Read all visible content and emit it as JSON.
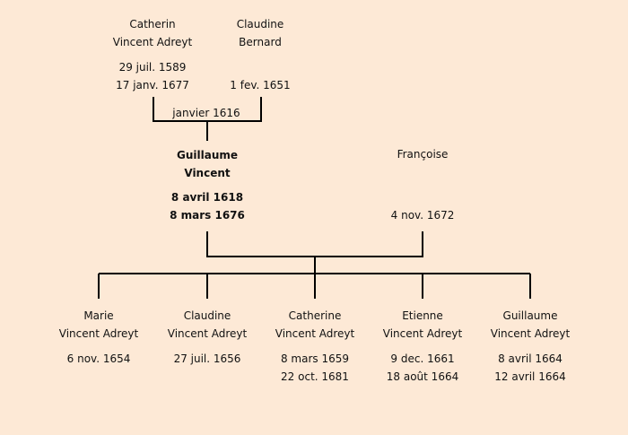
{
  "father": {
    "given": "Catherin",
    "surname": "Vincent Adreyt",
    "birth": "29 juil. 1589",
    "death": "17 janv. 1677"
  },
  "mother": {
    "given": "Claudine",
    "surname": "Bernard",
    "death": "1 fev. 1651"
  },
  "parents_marriage": "janvier 1616",
  "subject": {
    "given": "Guillaume",
    "surname": "Vincent",
    "birth": "8 avril 1618",
    "death": "8 mars 1676"
  },
  "spouse": {
    "given": "Françoise",
    "death": "4 nov. 1672"
  },
  "children": [
    {
      "given": "Marie",
      "surname": "Vincent Adreyt",
      "birth": "6 nov. 1654"
    },
    {
      "given": "Claudine",
      "surname": "Vincent Adreyt",
      "birth": "27 juil. 1656"
    },
    {
      "given": "Catherine",
      "surname": "Vincent Adreyt",
      "birth": "8 mars 1659",
      "death": "22 oct. 1681"
    },
    {
      "given": "Etienne",
      "surname": "Vincent Adreyt",
      "birth": "9 dec. 1661",
      "death": "18 août 1664"
    },
    {
      "given": "Guillaume",
      "surname": "Vincent Adreyt",
      "birth": "8 avril 1664",
      "death": "12 avril 1664"
    }
  ]
}
